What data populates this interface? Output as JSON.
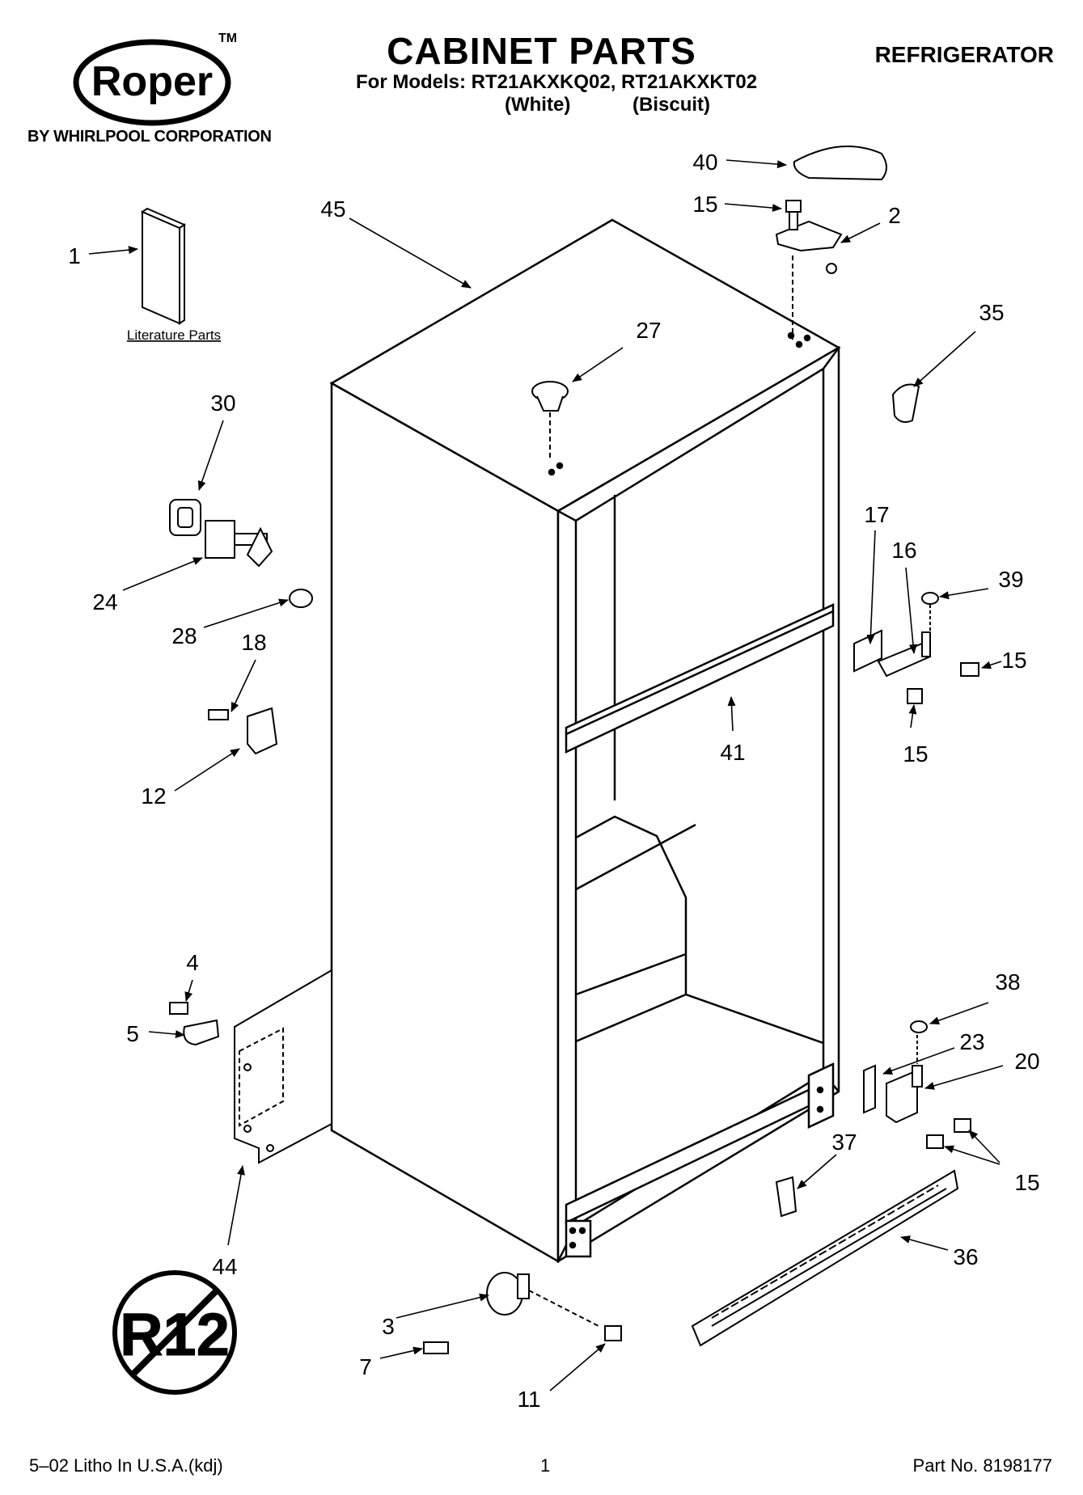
{
  "brand": {
    "logo_text": "Roper",
    "trademark": "TM",
    "byline": "BY WHIRLPOOL CORPORATION"
  },
  "header": {
    "title": "CABINET PARTS",
    "models_line": "For Models: RT21AKXKQ02, RT21AKXKT02",
    "color_white": "(White)",
    "color_biscuit": "(Biscuit)",
    "appliance": "REFRIGERATOR"
  },
  "literature_label": "Literature Parts",
  "r12_badge_text": "R12",
  "callouts": [
    "1",
    "45",
    "40",
    "15",
    "2",
    "35",
    "27",
    "30",
    "24",
    "28",
    "18",
    "12",
    "17",
    "16",
    "39",
    "15",
    "41",
    "15",
    "4",
    "5",
    "38",
    "23",
    "20",
    "37",
    "15",
    "44",
    "36",
    "3",
    "7",
    "11"
  ],
  "footer": {
    "left": "5–02 Litho In U.S.A.(kdj)",
    "center": "1",
    "right": "Part No. 8198177"
  }
}
